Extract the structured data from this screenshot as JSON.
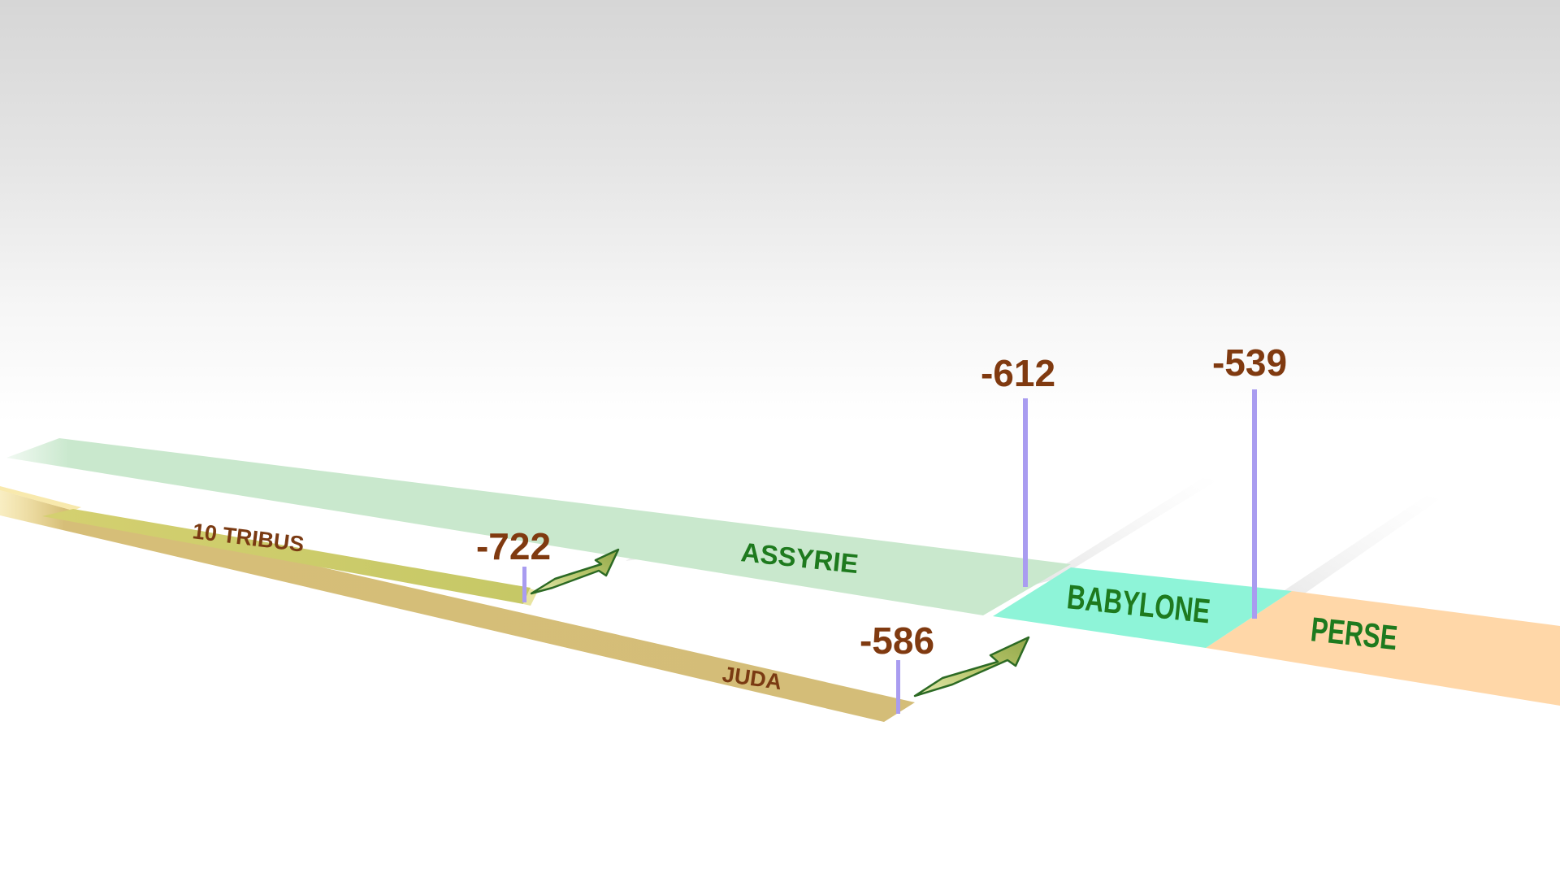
{
  "periods": {
    "ten_tribes": "10 TRIBUS",
    "judah": "JUDA",
    "assyria": "ASSYRIE",
    "babylon": "BABYLONE",
    "persia": "PERSE"
  },
  "dates": {
    "fall_of_samaria": "-722",
    "fall_of_nineveh": "-612",
    "fall_of_jerusalem": "-586",
    "fall_of_babylon": "-539"
  },
  "colors": {
    "ten_tribes_band": "#c8cc66",
    "judah_band": "#d4bd78",
    "assyria_band": "#c9e8cd",
    "babylon_band": "#8ef4d8",
    "persia_band": "#ffd7a8",
    "date_marker": "#a99cf0",
    "date_text": "#803a10",
    "kingdom_text": "#7a3a12",
    "empire_text": "#1e7a1e",
    "arrow_fill": "#b6c46c",
    "arrow_stroke": "#2c6a24"
  }
}
